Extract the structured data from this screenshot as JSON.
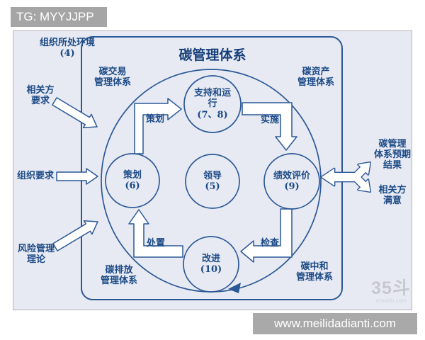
{
  "tg_badge": "TG: MYYJJPP",
  "diagram": {
    "title": "碳管理体系",
    "left_labels": {
      "environment": "组织所处环境\n(4)",
      "stakeholder_req": "相关方\n要求",
      "org_req": "组织要求",
      "risk_theory": "风险管理\n理论"
    },
    "right_labels": {
      "expected_result": "碳管理\n体系预期\n结果",
      "stakeholder_satisfied": "相关方\n满意"
    },
    "subsystems": {
      "trade": "碳交易\n管理体系",
      "asset": "碳资产\n管理体系",
      "emission": "碳排放\n管理体系",
      "neutral": "碳中和\n管理体系"
    },
    "circles": {
      "support": {
        "label": "支持和运\n行",
        "number": "(7、8)"
      },
      "planning": {
        "label": "策划",
        "number": "(6)"
      },
      "leadership": {
        "label": "领导",
        "number": "(5)"
      },
      "evaluation": {
        "label": "绩效评价",
        "number": "(9)"
      },
      "improvement": {
        "label": "改进",
        "number": "(10)"
      }
    },
    "flow_labels": {
      "plan": "策划",
      "do": "实施",
      "check": "检查",
      "act": "处置"
    },
    "colors": {
      "line": "#2b5896",
      "text": "#1c4a86",
      "panel_bg": "#e7eaf3",
      "badge_bg": "#a5a5a5"
    }
  },
  "watermark": {
    "logo": "35斗",
    "site": "vcearth.com"
  },
  "bottom_bar": "www.meilidadianti.com"
}
